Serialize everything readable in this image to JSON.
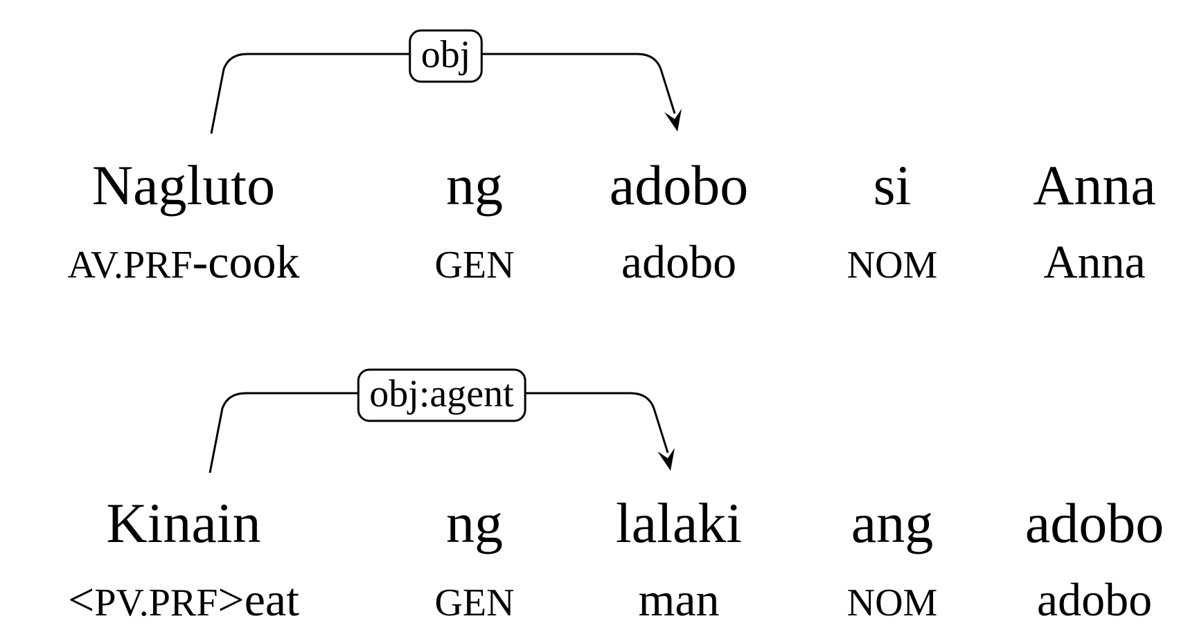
{
  "examples": [
    {
      "words": [
        "Nagluto",
        "ng",
        "adobo",
        "si",
        "Anna"
      ],
      "glosses": [
        {
          "parts": [
            {
              "text": "AV.PRF",
              "sc": true
            },
            {
              "text": "-cook",
              "sc": false
            }
          ]
        },
        {
          "parts": [
            {
              "text": "GEN",
              "sc": true
            }
          ]
        },
        {
          "parts": [
            {
              "text": "adobo",
              "sc": false
            }
          ]
        },
        {
          "parts": [
            {
              "text": "NOM",
              "sc": true
            }
          ]
        },
        {
          "parts": [
            {
              "text": "Anna",
              "sc": false
            }
          ]
        }
      ],
      "arc": {
        "from": 0,
        "to": 2,
        "label": "obj"
      }
    },
    {
      "words": [
        "Kinain",
        "ng",
        "lalaki",
        "ang",
        "adobo"
      ],
      "glosses": [
        {
          "parts": [
            {
              "text": "<",
              "sc": false
            },
            {
              "text": "PV.PRF",
              "sc": true
            },
            {
              "text": ">eat",
              "sc": false
            }
          ]
        },
        {
          "parts": [
            {
              "text": "GEN",
              "sc": true
            }
          ]
        },
        {
          "parts": [
            {
              "text": "man",
              "sc": false
            }
          ]
        },
        {
          "parts": [
            {
              "text": "NOM",
              "sc": true
            }
          ]
        },
        {
          "parts": [
            {
              "text": "adobo",
              "sc": false
            }
          ]
        }
      ],
      "arc": {
        "from": 0,
        "to": 2,
        "label": "obj:agent"
      }
    }
  ],
  "colors": {
    "ink": "#000000",
    "background": "#ffffff"
  }
}
